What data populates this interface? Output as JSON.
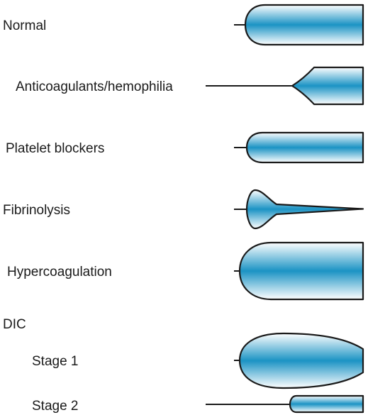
{
  "colors": {
    "trace_fill_center": "#1b93c4",
    "trace_fill_edge": "#ffffff",
    "outline": "#1a1a1a",
    "text": "#1a1a1a"
  },
  "labels": {
    "normal": "Normal",
    "anticoagulants": "Anticoagulants/hemophilia",
    "platelet_blockers": "Platelet blockers",
    "fibrinolysis": "Fibrinolysis",
    "hypercoagulation": "Hypercoagulation",
    "dic": "DIC",
    "stage1": "Stage 1",
    "stage2": "Stage 2"
  }
}
